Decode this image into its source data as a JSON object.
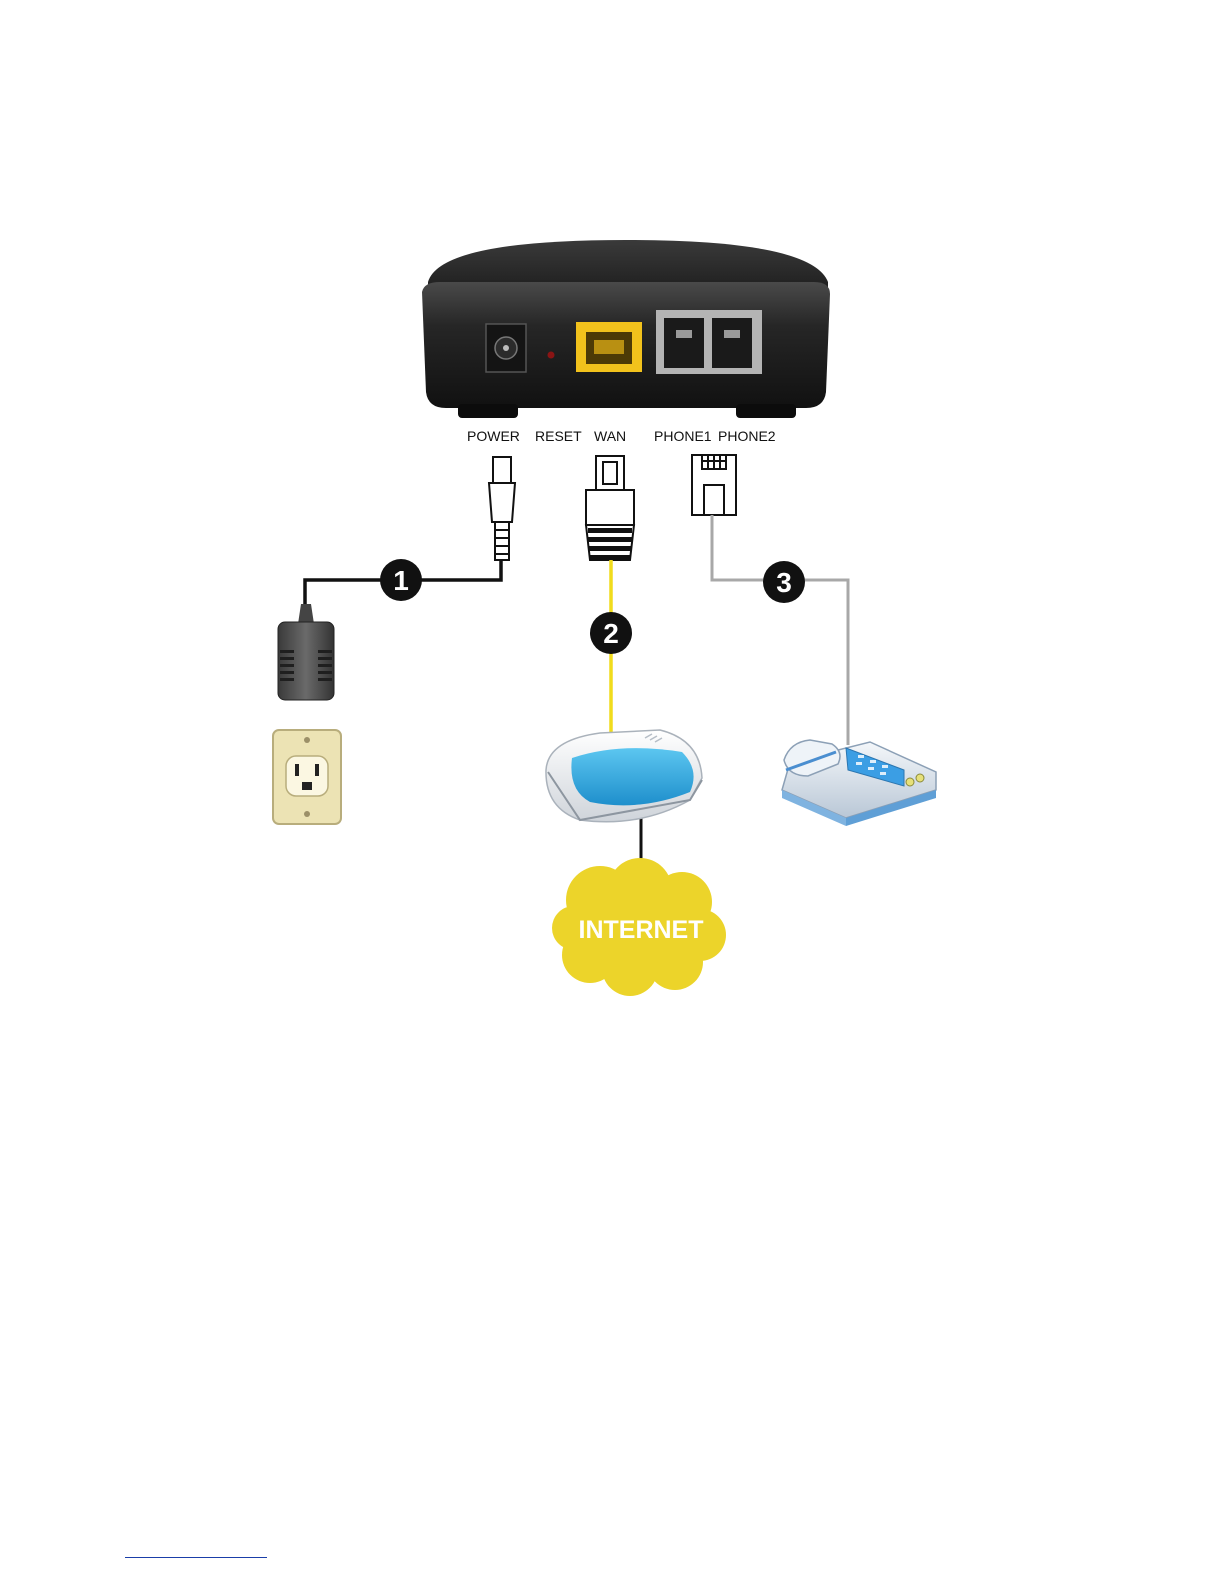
{
  "ports": {
    "power": "POWER",
    "reset": "RESET",
    "wan": "WAN",
    "phone1": "PHONE1",
    "phone2": "PHONE2"
  },
  "steps": [
    "1",
    "2",
    "3"
  ],
  "internet_label": "INTERNET",
  "colors": {
    "device_body": "#1c1c1c",
    "wan_port": "#f2c21c",
    "power_cable": "#111111",
    "wan_cable": "#f1dc1c",
    "phone_cable": "#a8a8a8",
    "internet_cloud": "#ecd42a",
    "router_blue": "#2fa8df",
    "outlet_plate": "#ece3b4",
    "step_badge": "#111111"
  }
}
